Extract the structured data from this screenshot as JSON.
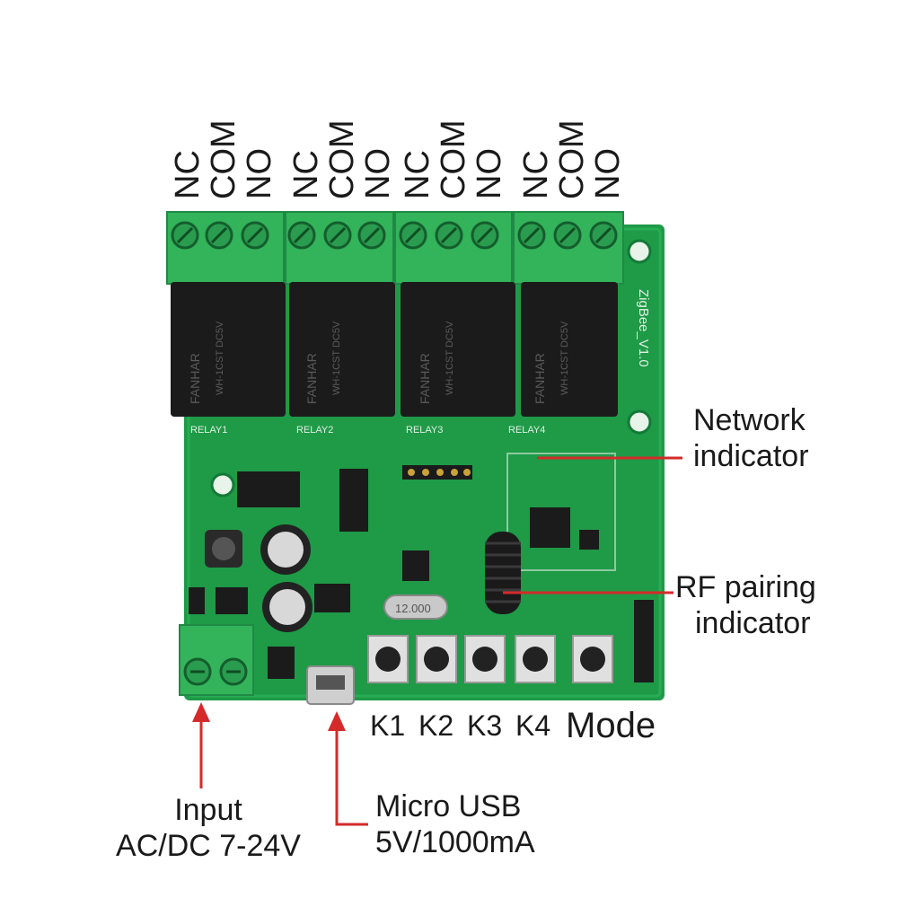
{
  "terminal_groups": [
    {
      "nc": "NC",
      "com": "COM",
      "no": "NO"
    },
    {
      "nc": "NC",
      "com": "COM",
      "no": "NO"
    },
    {
      "nc": "NC",
      "com": "COM",
      "no": "NO"
    },
    {
      "nc": "NC",
      "com": "COM",
      "no": "NO"
    }
  ],
  "callouts": {
    "network": {
      "line1": "Network",
      "line2": "indicator"
    },
    "rf": {
      "line1": "RF pairing",
      "line2": "indicator"
    },
    "input": {
      "line1": "Input",
      "line2": "AC/DC 7-24V"
    },
    "usb": {
      "line1": "Micro USB",
      "line2": "5V/1000mA"
    }
  },
  "keys": {
    "k1": "K1",
    "k2": "K2",
    "k3": "K3",
    "k4": "K4",
    "mode": "Mode"
  },
  "board_silkscreen": {
    "board_name": "ZigBee_V1.0",
    "relay_labels": [
      "RELAY1",
      "RELAY2",
      "RELAY3",
      "RELAY4"
    ],
    "relay_brand": "FANHAR",
    "relay_model": "WH-1CST",
    "relay_voltage": "DC5V",
    "crystal": "12.000"
  },
  "colors": {
    "pcb": "#1f9a47",
    "terminal": "#33b35a",
    "relay": "#1b1b1b",
    "arrow": "#d42a2a"
  }
}
